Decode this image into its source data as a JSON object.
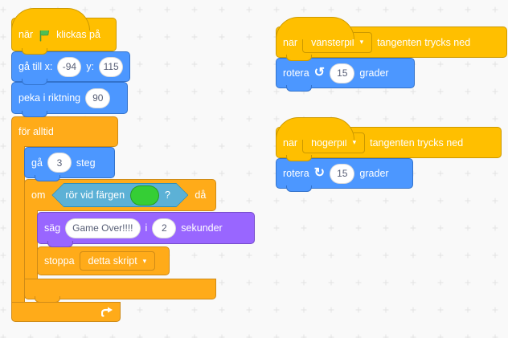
{
  "workspace": {
    "background": "#f9f9f9",
    "grid_dot_color": "#e3e3e3"
  },
  "colors": {
    "motion": "#4C97FF",
    "motion_border": "#3373CC",
    "events": "#FFBF00",
    "events_border": "#CC9900",
    "control": "#FFAB19",
    "control_border": "#CF8B17",
    "sensing": "#5CB1D6",
    "sensing_border": "#2E8EB8",
    "looks": "#9966FF",
    "looks_border": "#774DCB",
    "touch_color_value": "#35CE35"
  },
  "icons": {
    "dropdown_arrow": "▾",
    "rotate_ccw": "↺",
    "rotate_cw": "↻"
  },
  "script_main": {
    "when_flag": {
      "pre": "när",
      "post": "klickas på"
    },
    "goto_xy": {
      "label": "gå till x:",
      "x": "-94",
      "label_y": "y:",
      "y": "115"
    },
    "point_dir": {
      "label": "peka i riktning",
      "value": "90"
    },
    "forever": {
      "label": "för alltid"
    },
    "move": {
      "label": "gå",
      "value": "3",
      "suffix": "steg"
    },
    "if_then": {
      "prefix": "om",
      "suffix": "då"
    },
    "touching_color": {
      "label": "rör vid färgen",
      "question": "?"
    },
    "say": {
      "label": "säg",
      "message": "Game Over!!!!",
      "mid": "i",
      "value": "2",
      "suffix": "sekunder"
    },
    "stop": {
      "label": "stoppa",
      "option": "detta skript"
    }
  },
  "script_vansterpil": {
    "when_key": {
      "pre": "när",
      "key": "vänsterpil",
      "post": "tangenten trycks ned"
    },
    "rotate": {
      "label": "rotera",
      "value": "15",
      "suffix": "grader"
    }
  },
  "script_hogerpil": {
    "when_key": {
      "pre": "när",
      "key": "högerpil",
      "post": "tangenten trycks ned"
    },
    "rotate": {
      "label": "rotera",
      "value": "15",
      "suffix": "grader"
    }
  }
}
